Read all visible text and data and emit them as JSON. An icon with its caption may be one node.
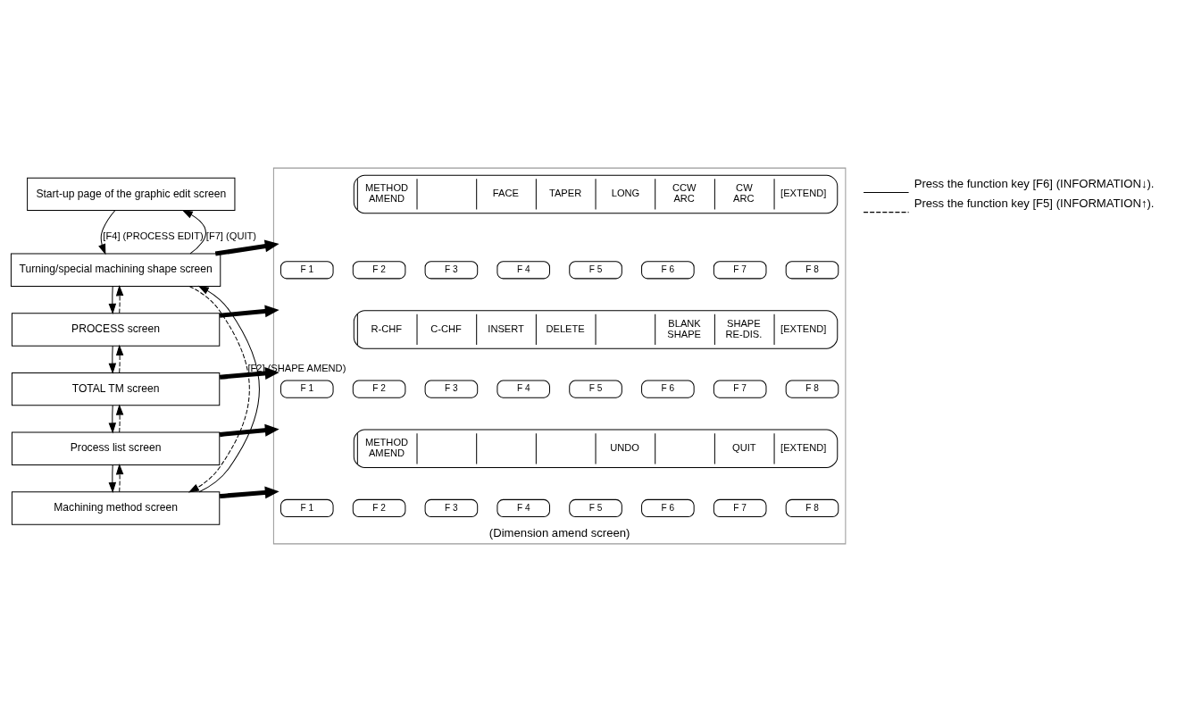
{
  "diagram": {
    "nodes": [
      {
        "text": [
          "Start-up page of the graphic edit screen"
        ]
      },
      {
        "text": [
          "Turning/special machining shape screen"
        ]
      },
      {
        "text": [
          "PROCESS screen"
        ]
      },
      {
        "text": [
          "TOTAL TM screen"
        ]
      },
      {
        "text": [
          "Process list screen"
        ]
      },
      {
        "text": [
          "Machining method screen"
        ]
      },
      {
        "text": [
          "(Dimension amend screen)"
        ]
      },
      {
        "text": [
          "METHOD AMEND",
          "FACE",
          "TAPER",
          "LONG",
          "CCW ARC",
          "CW ARC",
          "[EXTEND]"
        ],
        "in": 6
      },
      {
        "text": [
          "F 1"
        ],
        "in": 6
      },
      {
        "text": [
          "F 2"
        ],
        "in": 6
      },
      {
        "text": [
          "F 3"
        ],
        "in": 6
      },
      {
        "text": [
          "F 4"
        ],
        "in": 6
      },
      {
        "text": [
          "F 5"
        ],
        "in": 6
      },
      {
        "text": [
          "F 6"
        ],
        "in": 6
      },
      {
        "text": [
          "F 7"
        ],
        "in": 6
      },
      {
        "text": [
          "F 8"
        ],
        "in": 6
      },
      {
        "text": [
          "R-CHF",
          "C-CHF",
          "INSERT",
          "DELETE",
          "BLANK SHAPE",
          "SHAPE RE-DIS.",
          "[EXTEND]"
        ],
        "in": 6
      },
      {
        "text": [
          "F 1"
        ],
        "in": 6
      },
      {
        "text": [
          "F 2"
        ],
        "in": 6
      },
      {
        "text": [
          "F 3"
        ],
        "in": 6
      },
      {
        "text": [
          "F 4"
        ],
        "in": 6
      },
      {
        "text": [
          "F 5"
        ],
        "in": 6
      },
      {
        "text": [
          "F 6"
        ],
        "in": 6
      },
      {
        "text": [
          "F 7"
        ],
        "in": 6
      },
      {
        "text": [
          "F 8"
        ],
        "in": 6
      },
      {
        "text": [
          "METHOD AMEND",
          "UNDO",
          "QUIT",
          "[EXTEND]"
        ],
        "in": 6
      },
      {
        "text": [
          "F 1"
        ],
        "in": 6
      },
      {
        "text": [
          "F 2"
        ],
        "in": 6
      },
      {
        "text": [
          "F 3"
        ],
        "in": 6
      },
      {
        "text": [
          "F 4"
        ],
        "in": 6
      },
      {
        "text": [
          "F 5"
        ],
        "in": 6
      },
      {
        "text": [
          "F 6"
        ],
        "in": 6
      },
      {
        "text": [
          "F 7"
        ],
        "in": 6
      },
      {
        "text": [
          "F 8"
        ],
        "in": 6
      }
    ],
    "edges": [
      {
        "from": 0,
        "to": 1,
        "arrow": "to",
        "label": "[F4] (PROCESS EDIT)"
      },
      {
        "from": 1,
        "to": 0,
        "arrow": "to",
        "label": "[F7] (QUIT)"
      },
      {
        "from": 1,
        "to": 2,
        "arrow": "to"
      },
      {
        "from": 2,
        "to": 1,
        "arrow": "to",
        "style": "dashed"
      },
      {
        "from": 2,
        "to": 3,
        "arrow": "to"
      },
      {
        "from": 3,
        "to": 2,
        "arrow": "to",
        "style": "dashed"
      },
      {
        "from": 3,
        "to": 4,
        "arrow": "to"
      },
      {
        "from": 4,
        "to": 3,
        "arrow": "to",
        "style": "dashed"
      },
      {
        "from": 4,
        "to": 5,
        "arrow": "to"
      },
      {
        "from": 5,
        "to": 4,
        "arrow": "to",
        "style": "dashed"
      },
      {
        "from": 5,
        "to": 1,
        "arrow": "to"
      },
      {
        "from": 1,
        "to": 5,
        "arrow": "to",
        "style": "dashed"
      },
      {
        "from": 1,
        "to": 6,
        "arrow": "to",
        "style": "thick"
      },
      {
        "from": 2,
        "to": 6,
        "arrow": "to",
        "style": "thick"
      },
      {
        "from": 3,
        "to": 6,
        "arrow": "to",
        "style": "thick",
        "label": "[F2] (SHAPE AMEND)"
      },
      {
        "from": 4,
        "to": 6,
        "arrow": "to",
        "style": "thick"
      },
      {
        "from": 5,
        "to": 6,
        "arrow": "to",
        "style": "thick"
      }
    ],
    "legend": [
      {
        "text": "Press the function key [F6] (INFORMATION↓)."
      },
      {
        "text": "Press the function key [F5] (INFORMATION↑)."
      }
    ]
  }
}
